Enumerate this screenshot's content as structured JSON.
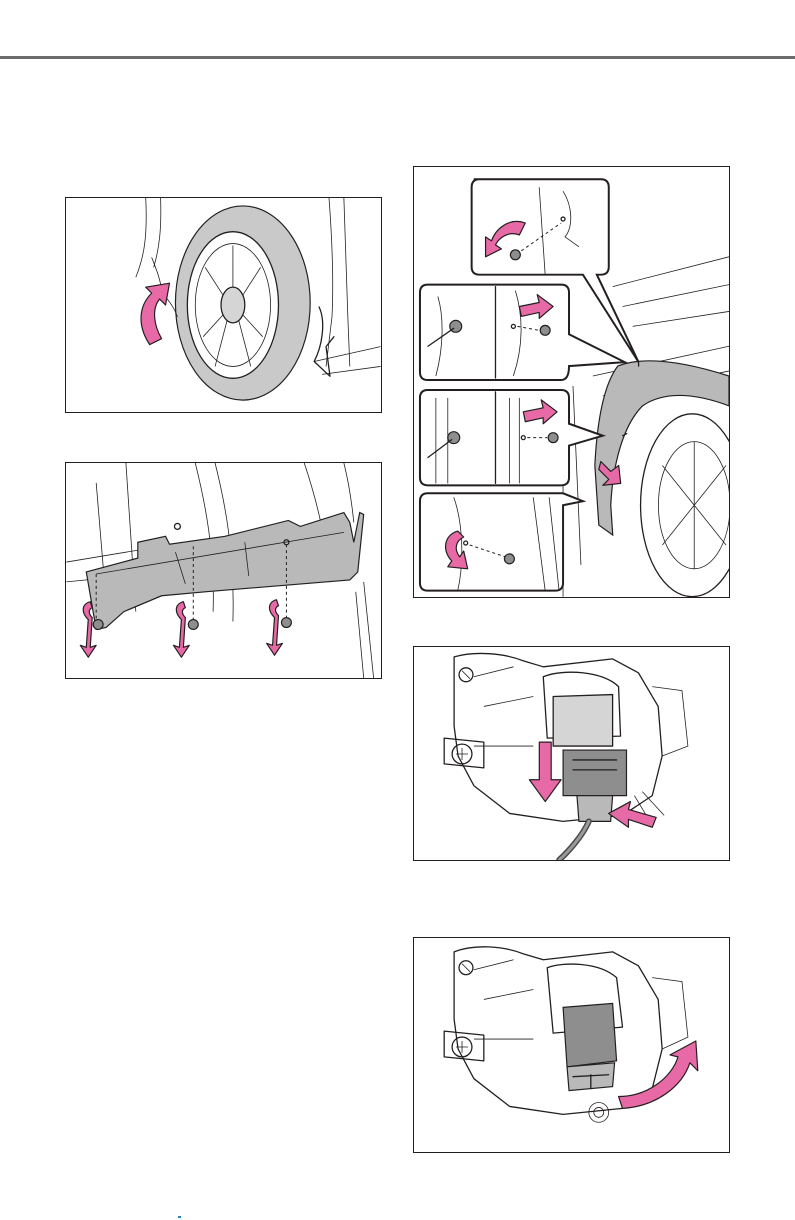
{
  "header": {
    "rule_color": "#6b6b6b"
  },
  "colors": {
    "arrow": "#e76aa6",
    "part_fill": "#b9b9b9",
    "outline": "#231f20"
  },
  "figures": [
    {
      "id": "fig1",
      "depicts": "wheel",
      "icon": "curved-arrow-up"
    },
    {
      "id": "fig2",
      "depicts": "liner",
      "icon": "fastener-arrows"
    },
    {
      "id": "fig3",
      "depicts": "fender-liner-clips",
      "icon": "bubble-callouts"
    },
    {
      "id": "fig4",
      "depicts": "fog-lamp-connector",
      "icon": "down-arrow"
    },
    {
      "id": "fig5",
      "depicts": "fog-lamp-bulb",
      "icon": "rotate-arrow"
    }
  ]
}
